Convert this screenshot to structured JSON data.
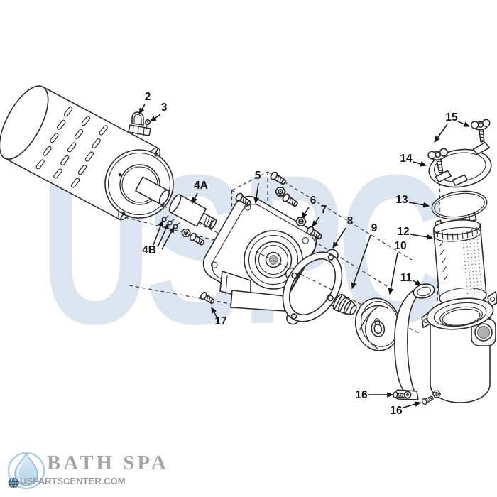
{
  "watermark": {
    "text": "USPC",
    "color": "#dce4f0"
  },
  "diagram": {
    "type": "exploded-parts-diagram",
    "description": "Exploded view line drawing of a centrifugal pump: motor, shaft sleeve, seal plate, gasket, shaft seal, impeller, pump housing, strainer basket, O-ring, strainer lid and hardware",
    "callout_numbers": [
      "2",
      "3",
      "4A",
      "4B",
      "5",
      "6",
      "7",
      "8",
      "9",
      "10",
      "11",
      "12",
      "13",
      "14",
      "15",
      "16",
      "17"
    ]
  },
  "callouts": {
    "c2": "2",
    "c3": "3",
    "c4a": "4A",
    "c4b": "4B",
    "c5": "5",
    "c6": "6",
    "c7": "7",
    "c8": "8",
    "c9": "9",
    "c10": "10",
    "c11": "11",
    "c12": "12",
    "c13": "13",
    "c14": "14",
    "c15": "15",
    "c16a": "16",
    "c16b": "16",
    "c17": "17"
  },
  "logo": {
    "brand": "BATH SPA",
    "site": "USPARTSCENTER.COM",
    "brand_color": "#a5a5a5",
    "site_color": "#97989b",
    "ring_color": "#aecde4",
    "drop_color": "#cfe3f2",
    "globe_color": "#2e4f6e"
  },
  "art_colors": {
    "line": "#2b2b2b",
    "label": "#161616",
    "background": "#ffffff"
  }
}
